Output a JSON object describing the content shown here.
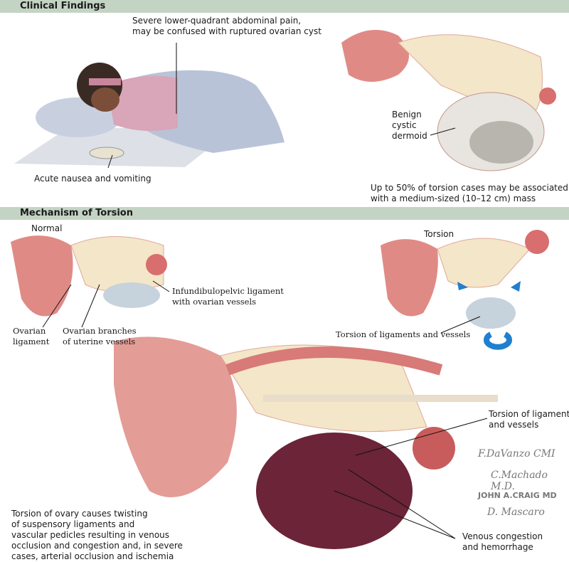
{
  "sections": {
    "clinical_findings": "Clinical Findings",
    "mechanism": "Mechanism of Torsion"
  },
  "clinical": {
    "pain_line1": "Severe lower-quadrant abdominal pain,",
    "pain_line2": "may be confused with ruptured ovarian cyst",
    "nausea": "Acute nausea and vomiting",
    "dermoid_line1": "Benign",
    "dermoid_line2": "cystic",
    "dermoid_line3": "dermoid",
    "mass_line1": "Up to 50% of torsion cases may be associated",
    "mass_line2": "with a medium-sized (10–12 cm) mass"
  },
  "mechanism": {
    "normal": "Normal",
    "torsion": "Torsion",
    "infundibulo_line1": "Infundibulopelvic ligament",
    "infundibulo_line2": "with ovarian vessels",
    "ovarian_lig_line1": "Ovarian",
    "ovarian_lig_line2": "ligament",
    "ovarian_branches_line1": "Ovarian branches",
    "ovarian_branches_line2": "of uterine vessels",
    "torsion_small": "Torsion of ligaments and vessels",
    "torsion_big_line1": "Torsion of ligaments",
    "torsion_big_line2": "and vessels",
    "venous_line1": "Venous congestion",
    "venous_line2": "and hemorrhage",
    "desc_line1": "Torsion of ovary causes twisting",
    "desc_line2": "of suspensory ligaments and",
    "desc_line3": "vascular pedicles resulting in venous",
    "desc_line4": "occlusion and congestion and, in severe",
    "desc_line5": "cases, arterial occlusion and ischemia"
  },
  "signatures": [
    "F.DaVanzo CMI",
    "C.Machado M.D.",
    "JOHN A.CRAIG MD",
    "D. Mascaro"
  ],
  "colors": {
    "header_bar": "#c4d4c4",
    "uterus": "#e08a86",
    "ovary_torsion": "#6b2438",
    "arrow": "#1f7fd0"
  }
}
